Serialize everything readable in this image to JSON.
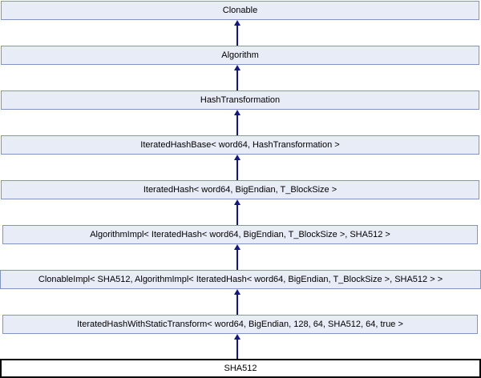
{
  "diagram": {
    "kind": "class-inheritance-diagram",
    "subject": "SHA512",
    "arrow_semantics": "each arrow points upward from derived class to its base class",
    "nodes": [
      {
        "label": "Clonable",
        "link": true
      },
      {
        "label": "Algorithm",
        "link": true
      },
      {
        "label": "HashTransformation",
        "link": true
      },
      {
        "label": "IteratedHashBase< word64, HashTransformation >",
        "link": true
      },
      {
        "label": "IteratedHash< word64, BigEndian, T_BlockSize >",
        "link": true
      },
      {
        "label": "AlgorithmImpl< IteratedHash< word64, BigEndian, T_BlockSize >, SHA512 >",
        "link": true
      },
      {
        "label": "ClonableImpl< SHA512, AlgorithmImpl< IteratedHash< word64, BigEndian, T_BlockSize >, SHA512 > >",
        "link": true
      },
      {
        "label": "IteratedHashWithStaticTransform< word64, BigEndian, 128, 64, SHA512, 64, true >",
        "link": true
      },
      {
        "label": "SHA512",
        "link": false,
        "current": true
      }
    ],
    "edges": [
      {
        "from": "Algorithm",
        "to": "Clonable"
      },
      {
        "from": "HashTransformation",
        "to": "Algorithm"
      },
      {
        "from": "IteratedHashBase< word64, HashTransformation >",
        "to": "HashTransformation"
      },
      {
        "from": "IteratedHash< word64, BigEndian, T_BlockSize >",
        "to": "IteratedHashBase< word64, HashTransformation >"
      },
      {
        "from": "AlgorithmImpl< IteratedHash< word64, BigEndian, T_BlockSize >, SHA512 >",
        "to": "IteratedHash< word64, BigEndian, T_BlockSize >"
      },
      {
        "from": "ClonableImpl< SHA512, AlgorithmImpl< IteratedHash< word64, BigEndian, T_BlockSize >, SHA512 > >",
        "to": "AlgorithmImpl< IteratedHash< word64, BigEndian, T_BlockSize >, SHA512 >"
      },
      {
        "from": "IteratedHashWithStaticTransform< word64, BigEndian, 128, 64, SHA512, 64, true >",
        "to": "ClonableImpl< SHA512, AlgorithmImpl< IteratedHash< word64, BigEndian, T_BlockSize >, SHA512 > >"
      },
      {
        "from": "SHA512",
        "to": "IteratedHashWithStaticTransform< word64, BigEndian, 128, 64, SHA512, 64, true >"
      }
    ],
    "colors": {
      "node_fill": "#e8ecf6",
      "node_border": "#8494c2",
      "current_node_fill": "#ffffff",
      "current_node_border": "#000000",
      "arrow": "#14148c",
      "text": "#000000",
      "background": "#ffffff"
    }
  }
}
